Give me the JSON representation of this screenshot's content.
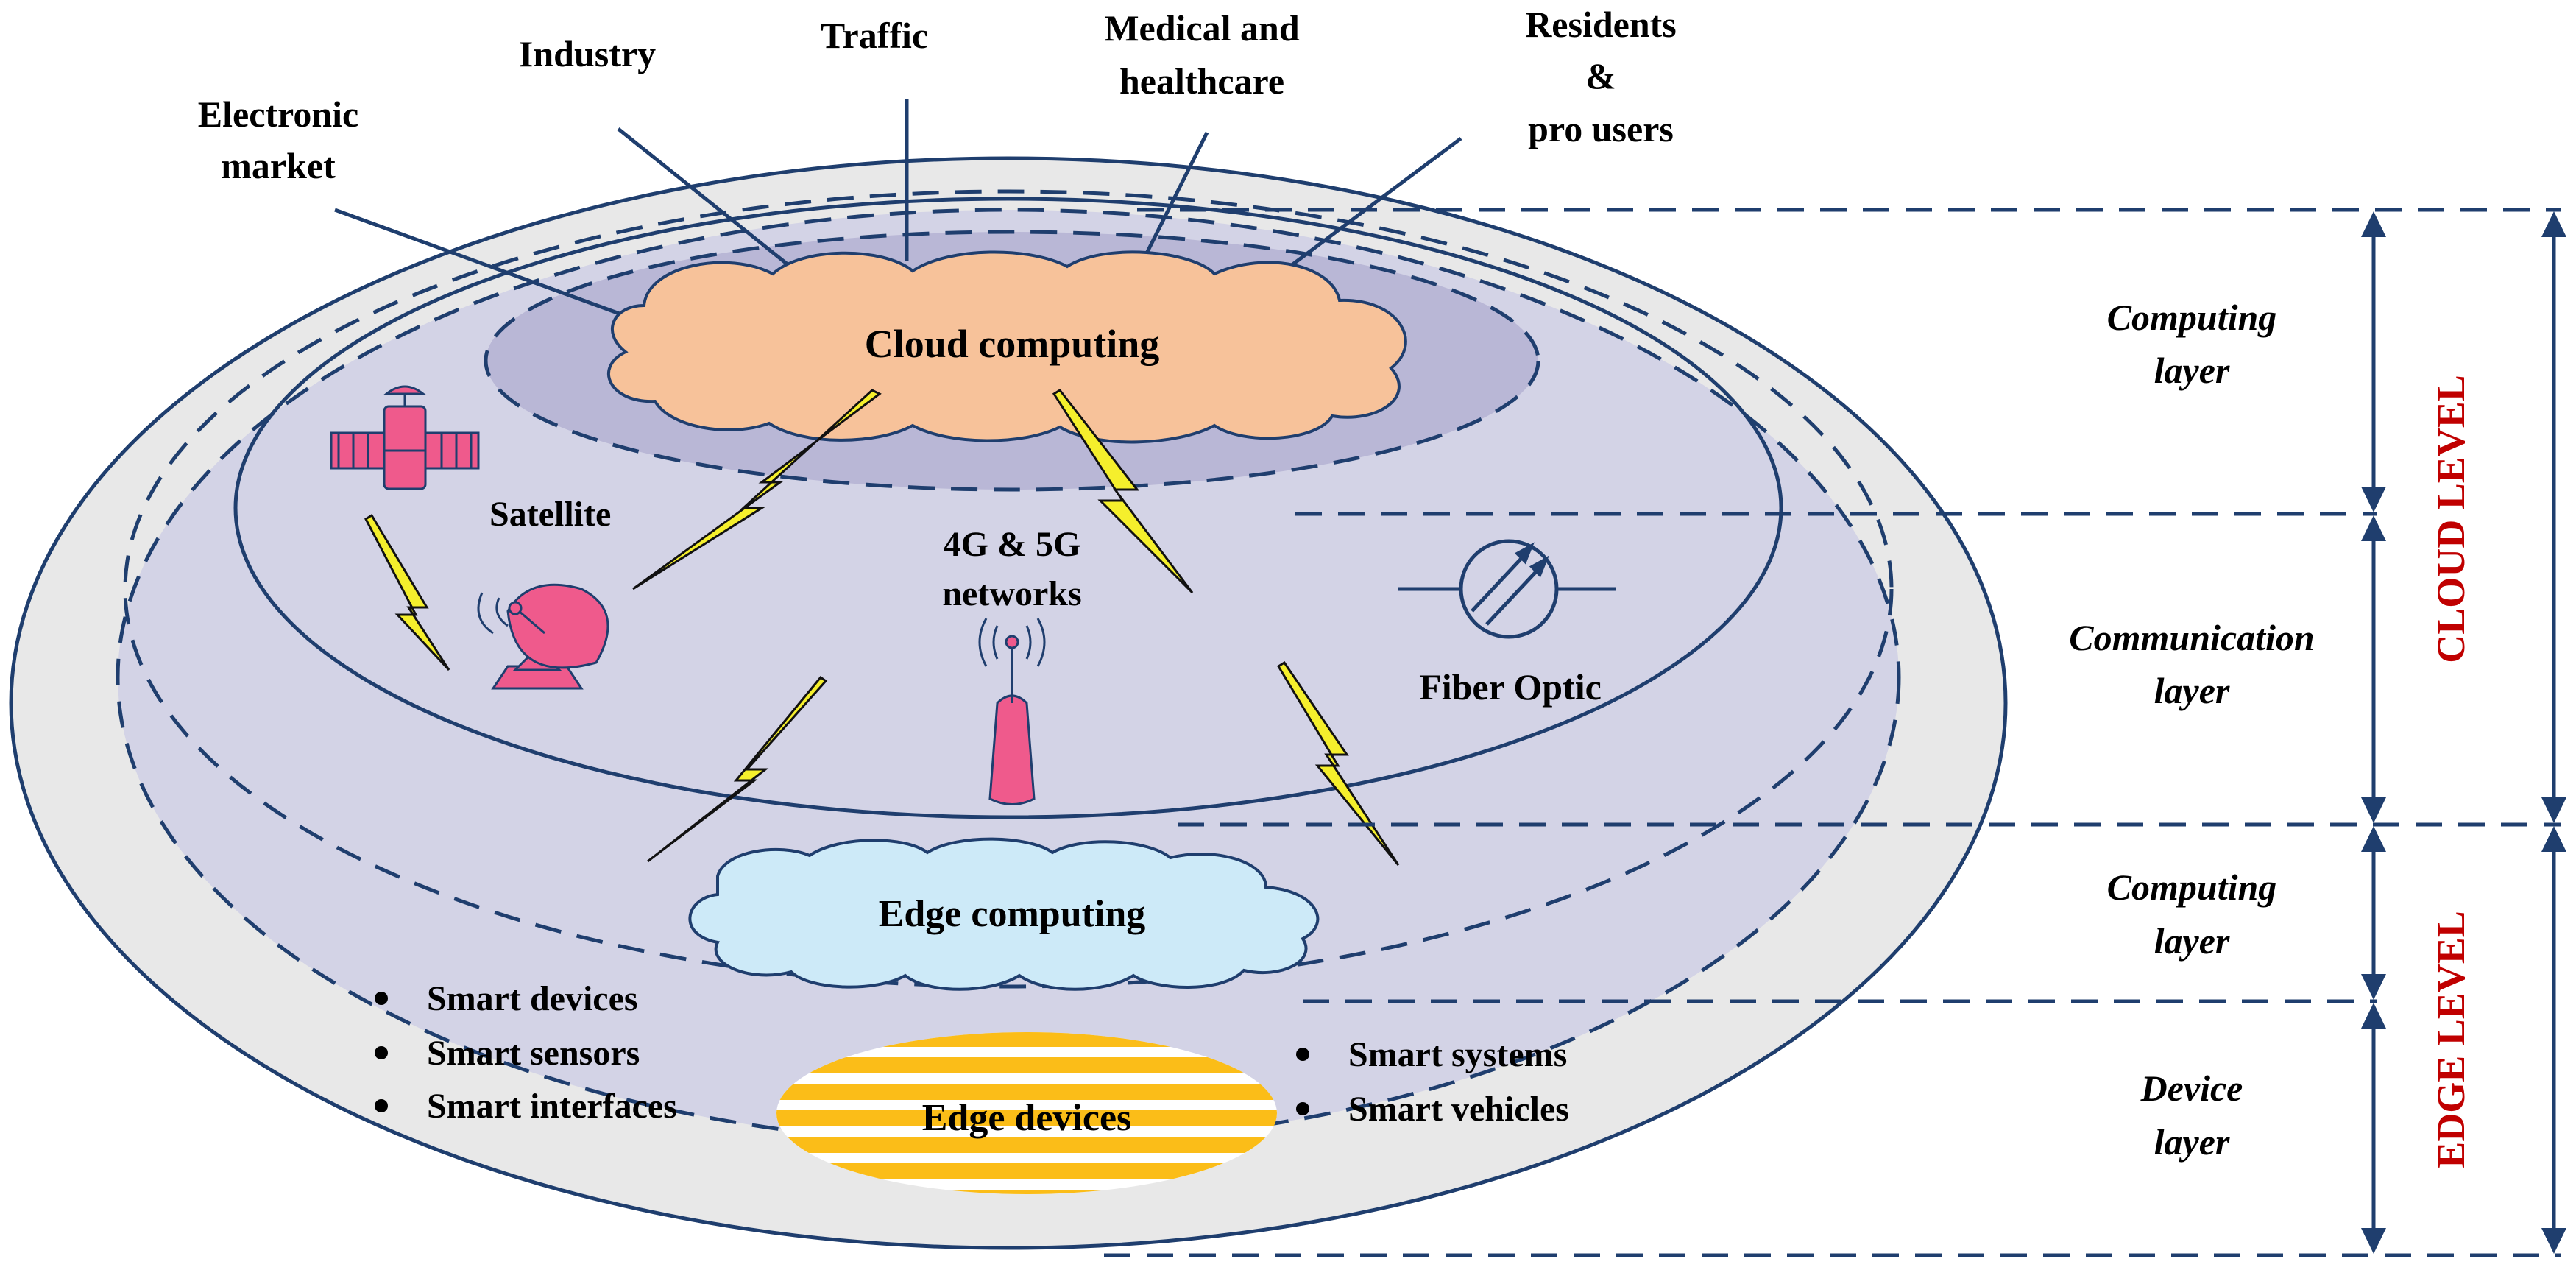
{
  "colors": {
    "outer_fill": "#e8e8e8",
    "ring_stroke": "#1f3e6e",
    "middle_fill": "#d3d3e6",
    "inner_fill": "#b9b7d6",
    "cloud_fill": "#f7c29a",
    "edge_cloud_fill": "#cdeaf8",
    "devices_stripe": "#fbbd18",
    "bolt_fill": "#f5ef2c",
    "device_pink": "#ef5a8c",
    "level_red": "#c00000"
  },
  "applications": {
    "electronic_market": [
      "Electronic",
      "market"
    ],
    "industry": "Industry",
    "traffic": "Traffic",
    "medical": [
      "Medical and",
      "healthcare"
    ],
    "residents": [
      "Residents",
      "&",
      "pro users"
    ]
  },
  "clouds": {
    "cloud_computing": "Cloud computing",
    "edge_computing": "Edge computing"
  },
  "communication": {
    "satellite": "Satellite",
    "networks": [
      "4G & 5G",
      "networks"
    ],
    "fiber_optic": "Fiber Optic"
  },
  "edge_devices": {
    "label": "Edge devices",
    "left_list": [
      "Smart devices",
      "Smart sensors",
      "Smart interfaces"
    ],
    "right_list": [
      "Smart systems",
      "Smart vehicles"
    ]
  },
  "layers": {
    "computing_top": [
      "Computing",
      "layer"
    ],
    "communication": [
      "Communication",
      "layer"
    ],
    "computing_edge": [
      "Computing",
      "layer"
    ],
    "device": [
      "Device",
      "layer"
    ]
  },
  "levels": {
    "cloud": "CLOUD LEVEL",
    "edge": "EDGE LEVEL"
  },
  "icons": [
    "satellite-icon",
    "satellite-dish-icon",
    "cell-tower-icon",
    "fiber-optic-icon",
    "lightning-bolt-icon"
  ]
}
